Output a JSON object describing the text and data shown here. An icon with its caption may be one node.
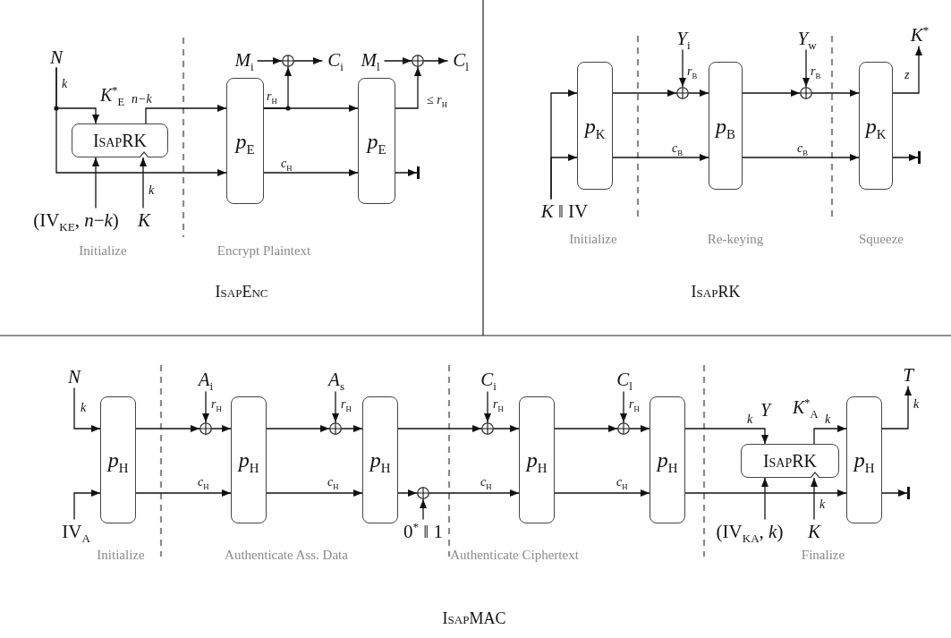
{
  "diagram": {
    "nodes": [
      {
        "text": [
          "N"
        ]
      },
      {
        "text": [
          "IsapRK"
        ]
      },
      {
        "text": [
          "(IV$_{KE}$, *n*−*k*)"
        ]
      },
      {
        "text": [
          "K"
        ]
      },
      {
        "text": [
          "*p*$_{E}$"
        ]
      },
      {
        "text": [
          "*p*$_{E}$"
        ]
      },
      {
        "text": [
          "*M*$_{i}$"
        ]
      },
      {
        "text": [],
        "shape": "circle"
      },
      {
        "text": [
          "*C*$_{i}$"
        ]
      },
      {
        "text": [
          "*M*$_{l}$"
        ]
      },
      {
        "text": [],
        "shape": "circle"
      },
      {
        "text": [
          "*C*$_{l}$"
        ]
      },
      {
        "text": [],
        "shape": "bar"
      },
      {
        "text": [
          "*K* ‖ IV"
        ]
      },
      {
        "text": [
          "*p*$_{K}$"
        ]
      },
      {
        "text": [],
        "shape": "circle"
      },
      {
        "text": [
          "*Y*$_{i}$"
        ]
      },
      {
        "text": [
          "*p*$_{B}$"
        ]
      },
      {
        "text": [],
        "shape": "circle"
      },
      {
        "text": [
          "*Y*$_{w}$"
        ]
      },
      {
        "text": [
          "*p*$_{K}$"
        ]
      },
      {
        "text": [
          "*K*$^{*}$"
        ]
      },
      {
        "text": [],
        "shape": "bar"
      },
      {
        "text": [
          "N"
        ]
      },
      {
        "text": [
          "IV$_{A}$"
        ]
      },
      {
        "text": [
          "*p*$_{H}$"
        ]
      },
      {
        "text": [],
        "shape": "circle"
      },
      {
        "text": [
          "*A*$_{i}$"
        ]
      },
      {
        "text": [
          "*p*$_{H}$"
        ]
      },
      {
        "text": [],
        "shape": "circle"
      },
      {
        "text": [
          "*A*$_{s}$"
        ]
      },
      {
        "text": [
          "*p*$_{H}$"
        ]
      },
      {
        "text": [],
        "shape": "circle"
      },
      {
        "text": [
          "0$^{*}$ ‖ 1"
        ]
      },
      {
        "text": [],
        "shape": "circle"
      },
      {
        "text": [
          "*C*$_{i}$"
        ]
      },
      {
        "text": [
          "*p*$_{H}$"
        ]
      },
      {
        "text": [],
        "shape": "circle"
      },
      {
        "text": [
          "*C*$_{l}$"
        ]
      },
      {
        "text": [
          "*p*$_{H}$"
        ]
      },
      {
        "text": [
          "IsapRK"
        ]
      },
      {
        "text": [
          "(IV$_{KA}$, *k*)"
        ]
      },
      {
        "text": [
          "K"
        ]
      },
      {
        "text": [
          "*p*$_{H}$"
        ]
      },
      {
        "text": [
          "T"
        ]
      },
      {
        "text": [],
        "shape": "bar"
      }
    ],
    "edges": [
      {
        "from": 0,
        "to": 1,
        "arrow": "to",
        "label": "k"
      },
      {
        "from": 0,
        "to": 4,
        "arrow": "to"
      },
      {
        "from": 2,
        "to": 1,
        "arrow": "to"
      },
      {
        "from": 3,
        "to": 1,
        "arrow": "to",
        "label": "k"
      },
      {
        "from": 1,
        "to": 4,
        "arrow": "to",
        "label": "*n*−*k*"
      },
      {
        "from": 4,
        "to": 7,
        "arrow": "to",
        "label": "*r*$_{H}$"
      },
      {
        "from": 4,
        "to": 5,
        "arrow": "to"
      },
      {
        "from": 4,
        "to": 5,
        "arrow": "to",
        "label": "*c*$_{H}$"
      },
      {
        "from": 6,
        "to": 7,
        "arrow": "to"
      },
      {
        "from": 7,
        "to": 8,
        "arrow": "to"
      },
      {
        "from": 9,
        "to": 10,
        "arrow": "to"
      },
      {
        "from": 10,
        "to": 11,
        "arrow": "to"
      },
      {
        "from": 5,
        "to": 10,
        "arrow": "to",
        "label": "≤ *r*$_{H}$"
      },
      {
        "from": 5,
        "to": 12,
        "arrow": "to"
      },
      {
        "from": 13,
        "to": 14,
        "arrow": "to"
      },
      {
        "from": 13,
        "to": 14,
        "arrow": "to"
      },
      {
        "from": 14,
        "to": 15,
        "arrow": "to"
      },
      {
        "from": 16,
        "to": 15,
        "arrow": "to",
        "label": "*r*$_{B}$"
      },
      {
        "from": 15,
        "to": 17,
        "arrow": "to"
      },
      {
        "from": 17,
        "to": 18,
        "arrow": "to"
      },
      {
        "from": 19,
        "to": 18,
        "arrow": "to",
        "label": "*r*$_{B}$"
      },
      {
        "from": 18,
        "to": 20,
        "arrow": "to"
      },
      {
        "from": 14,
        "to": 17,
        "arrow": "to",
        "label": "*c*$_{B}$"
      },
      {
        "from": 17,
        "to": 20,
        "arrow": "to",
        "label": "*c*$_{B}$"
      },
      {
        "from": 20,
        "to": 21,
        "arrow": "to",
        "label": "z"
      },
      {
        "from": 20,
        "to": 22,
        "arrow": "to"
      },
      {
        "from": 23,
        "to": 25,
        "arrow": "to",
        "label": "k"
      },
      {
        "from": 24,
        "to": 25,
        "arrow": "to"
      },
      {
        "from": 25,
        "to": 26,
        "arrow": "to"
      },
      {
        "from": 27,
        "to": 26,
        "arrow": "to",
        "label": "*r*$_{H}$"
      },
      {
        "from": 26,
        "to": 28,
        "arrow": "to"
      },
      {
        "from": 25,
        "to": 28,
        "arrow": "to",
        "label": "*c*$_{H}$"
      },
      {
        "from": 28,
        "to": 29,
        "arrow": "to"
      },
      {
        "from": 30,
        "to": 29,
        "arrow": "to",
        "label": "*r*$_{H}$"
      },
      {
        "from": 29,
        "to": 31,
        "arrow": "to"
      },
      {
        "from": 28,
        "to": 31,
        "arrow": "to",
        "label": "*c*$_{H}$"
      },
      {
        "from": 31,
        "to": 34,
        "arrow": "to"
      },
      {
        "from": 35,
        "to": 34,
        "arrow": "to",
        "label": "*r*$_{H}$"
      },
      {
        "from": 34,
        "to": 36,
        "arrow": "to"
      },
      {
        "from": 31,
        "to": 32,
        "arrow": "to"
      },
      {
        "from": 33,
        "to": 32,
        "arrow": "to"
      },
      {
        "from": 32,
        "to": 36,
        "arrow": "to",
        "label": "*c*$_{H}$"
      },
      {
        "from": 36,
        "to": 37,
        "arrow": "to"
      },
      {
        "from": 38,
        "to": 37,
        "arrow": "to",
        "label": "*r*$_{H}$"
      },
      {
        "from": 37,
        "to": 39,
        "arrow": "to"
      },
      {
        "from": 36,
        "to": 39,
        "arrow": "to",
        "label": "*c*$_{H}$"
      },
      {
        "from": 39,
        "to": 40,
        "arrow": "to",
        "label": "k"
      },
      {
        "from": 41,
        "to": 40,
        "arrow": "to"
      },
      {
        "from": 42,
        "to": 40,
        "arrow": "to",
        "label": "k"
      },
      {
        "from": 40,
        "to": 43,
        "arrow": "to",
        "label": "k"
      },
      {
        "from": 39,
        "to": 43,
        "arrow": "to"
      },
      {
        "from": 43,
        "to": 44,
        "arrow": "to",
        "label": "k"
      },
      {
        "from": 43,
        "to": 45,
        "arrow": "to"
      }
    ],
    "labels": [
      "*K*$^{*}$$_{E}$",
      "Initialize",
      "Encrypt Plaintext",
      "IsapEnc",
      "Initialize",
      "Re-keying",
      "Squeeze",
      "IsapRK",
      "Y",
      "*K*$^{*}$$_{A}$",
      "Initialize",
      "Authenticate Ass. Data",
      "Authenticate Ciphertext",
      "Finalize",
      "IsapMAC"
    ]
  }
}
